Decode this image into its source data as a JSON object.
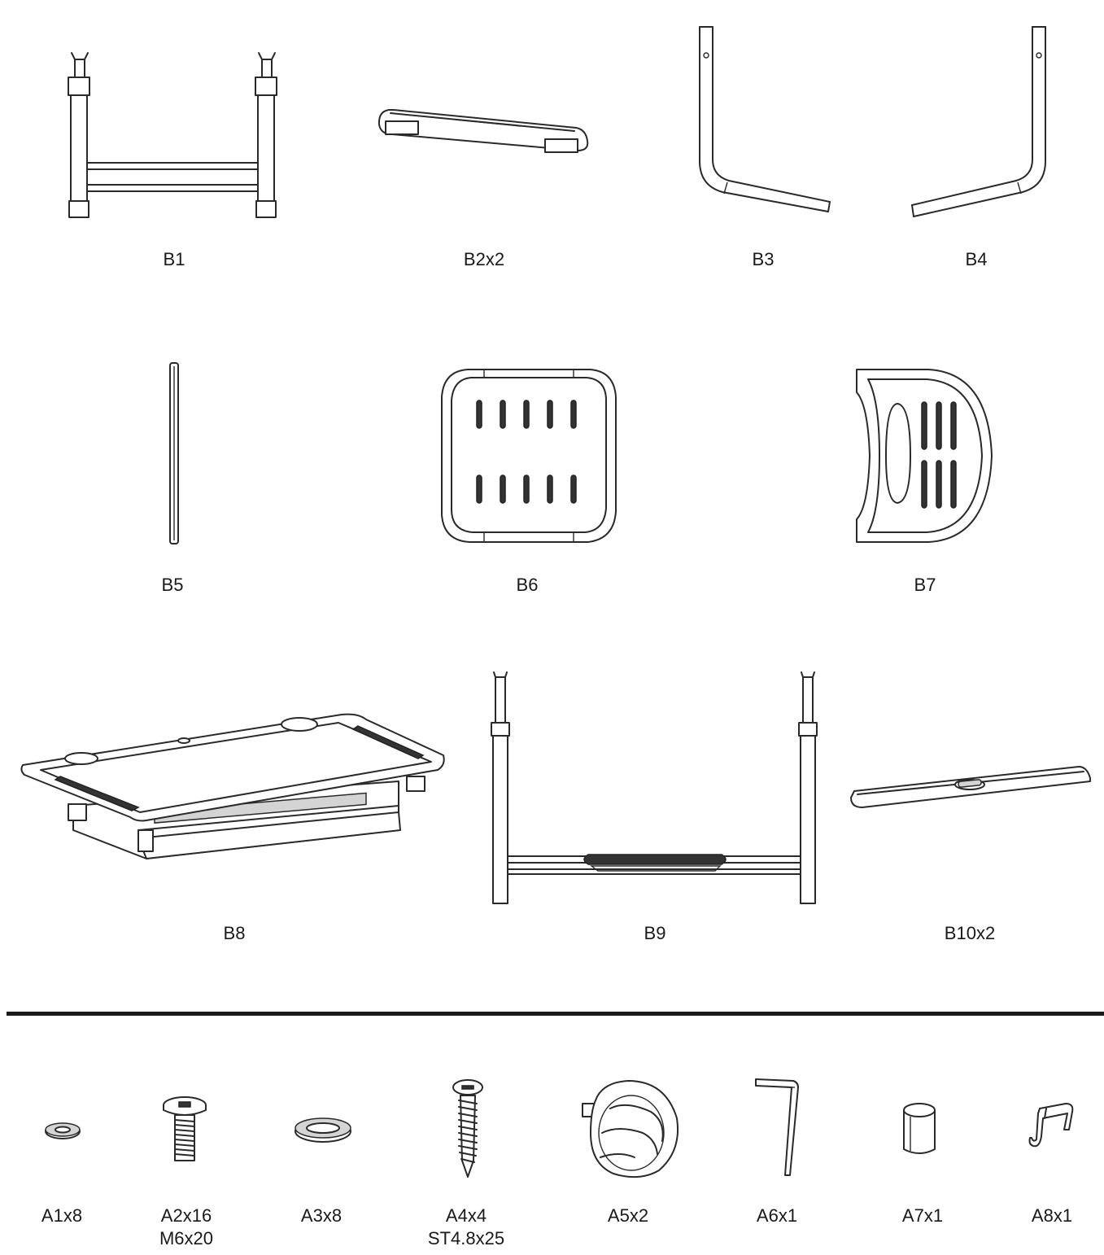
{
  "parts": {
    "B1": "B1",
    "B2": "B2x2",
    "B3": "B3",
    "B4": "B4",
    "B5": "B5",
    "B6": "B6",
    "B7": "B7",
    "B8": "B8",
    "B9": "B9",
    "B10": "B10x2"
  },
  "hardware": {
    "A1": {
      "label": "A1x8"
    },
    "A2": {
      "label": "A2x16",
      "sub": "M6x20"
    },
    "A3": {
      "label": "A3x8"
    },
    "A4": {
      "label": "A4x4",
      "sub": "ST4.8x25"
    },
    "A5": {
      "label": "A5x2"
    },
    "A6": {
      "label": "A6x1"
    },
    "A7": {
      "label": "A7x1"
    },
    "A8": {
      "label": "A8x1"
    }
  }
}
